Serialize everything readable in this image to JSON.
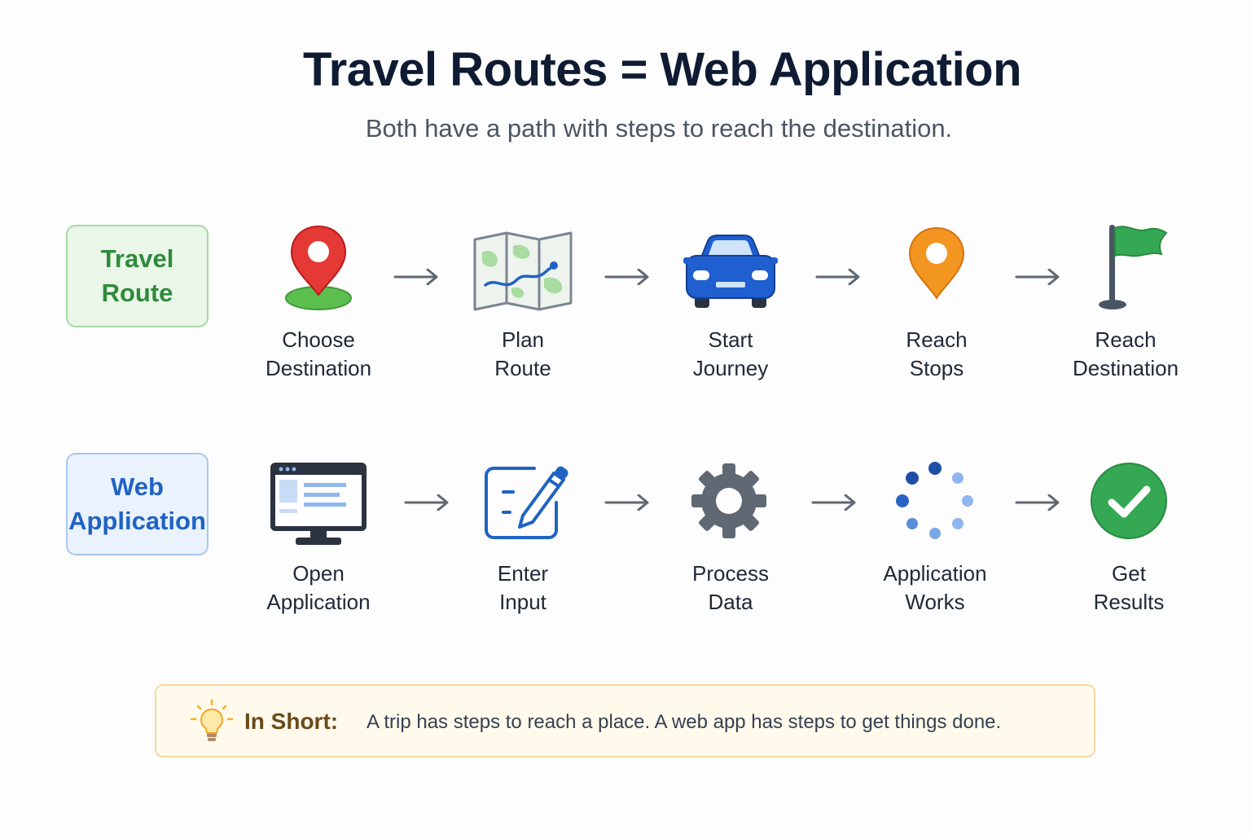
{
  "title": "Travel Routes = Web Application",
  "subtitle": "Both have a path with steps to reach the destination.",
  "rows": [
    {
      "label": "Travel\nRoute",
      "accent": "#2f8a3a",
      "steps": [
        {
          "icon": "location-pin-icon",
          "label": "Choose\nDestination"
        },
        {
          "icon": "map-icon",
          "label": "Plan\nRoute"
        },
        {
          "icon": "car-icon",
          "label": "Start\nJourney"
        },
        {
          "icon": "stop-pin-icon",
          "label": "Reach\nStops"
        },
        {
          "icon": "flag-icon",
          "label": "Reach\nDestination"
        }
      ]
    },
    {
      "label": "Web\nApplication",
      "accent": "#1f63c4",
      "steps": [
        {
          "icon": "monitor-icon",
          "label": "Open\nApplication"
        },
        {
          "icon": "edit-form-icon",
          "label": "Enter\nInput"
        },
        {
          "icon": "gear-icon",
          "label": "Process\nData"
        },
        {
          "icon": "loading-spinner-icon",
          "label": "Application\nWorks"
        },
        {
          "icon": "checkmark-icon",
          "label": "Get\nResults"
        }
      ]
    }
  ],
  "summary": {
    "icon": "lightbulb-icon",
    "lead": "In Short:",
    "text": "A trip has steps to reach a place. A web app has steps to get things done."
  },
  "colors": {
    "red_pin": "#e53935",
    "orange_pin": "#f39521",
    "green": "#34a853",
    "blue": "#1f63c4",
    "gear_gray": "#5f6873"
  }
}
